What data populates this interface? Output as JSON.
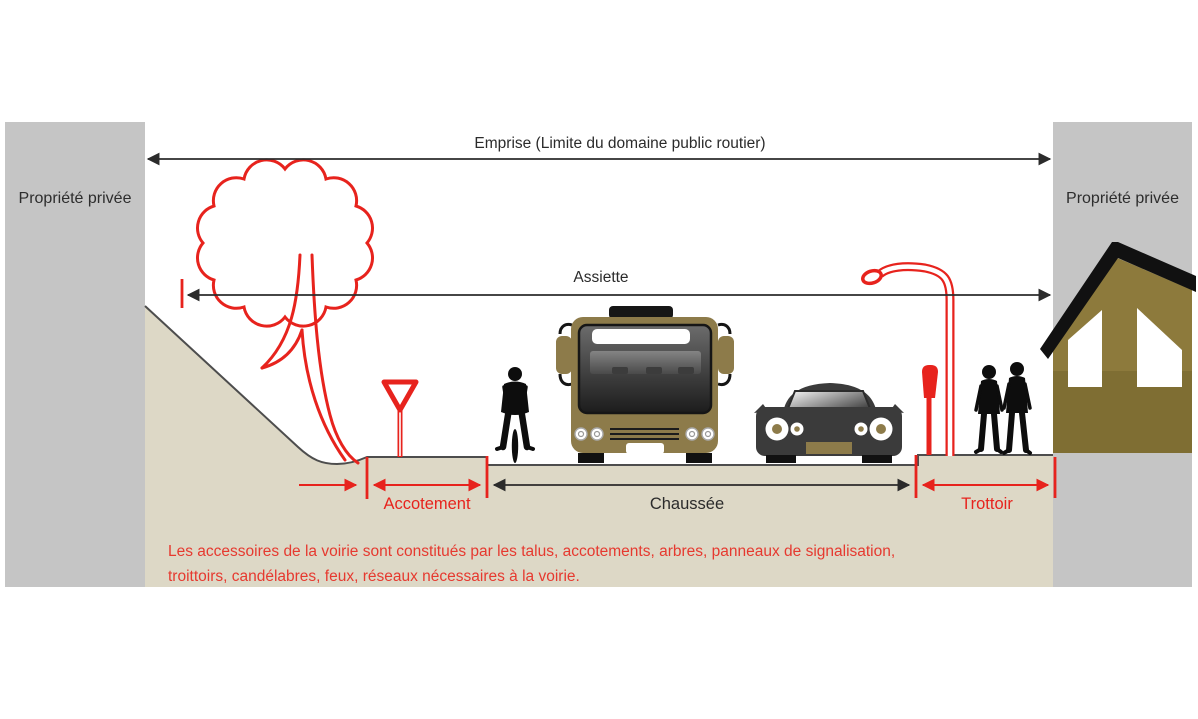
{
  "diagram": {
    "labels": {
      "emprise": "Emprise (Limite du domaine public routier)",
      "assiette": "Assiette",
      "property_left": "Propriété privée",
      "property_right": "Propriété privée",
      "accotement": "Accotement",
      "chaussee": "Chaussée",
      "trottoir": "Trottoir"
    },
    "caption": {
      "line1": "Les accessoires de la voirie sont constitués par les talus, accotements, arbres, panneaux de signalisation,",
      "line2": "troittoirs, candélabres, feux, réseaux nécessaires à la voirie."
    },
    "icons": [
      "tree-icon",
      "yield-sign-icon",
      "cyclist-icon",
      "bus-icon",
      "car-icon",
      "streetlight-icon",
      "parking-meter-icon",
      "pedestrians-icon",
      "house-icon"
    ],
    "colors": {
      "accent_red": "#e7231d",
      "caption_red": "#e6392f",
      "ground_tan": "#ddd8c6",
      "property_gray": "#c5c5c5",
      "outline_gray": "#4d4d4d",
      "vehicle_khaki": "#8d7b4a",
      "house_wall": "#8d7a3c",
      "house_wall_dark": "#7f6e33",
      "car_dark": "#3b3b3b",
      "silhouette_black": "#0d0d0d"
    }
  }
}
